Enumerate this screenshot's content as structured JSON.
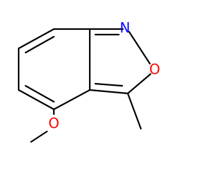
{
  "molecule": {
    "atoms": {
      "N": {
        "label": "N",
        "color": "#0000ff"
      },
      "O_ring": {
        "label": "O",
        "color": "#ff0000"
      },
      "O_methoxy": {
        "label": "O",
        "color": "#ff0000"
      }
    },
    "bond_color": "#000000",
    "background": "#ffffff"
  }
}
